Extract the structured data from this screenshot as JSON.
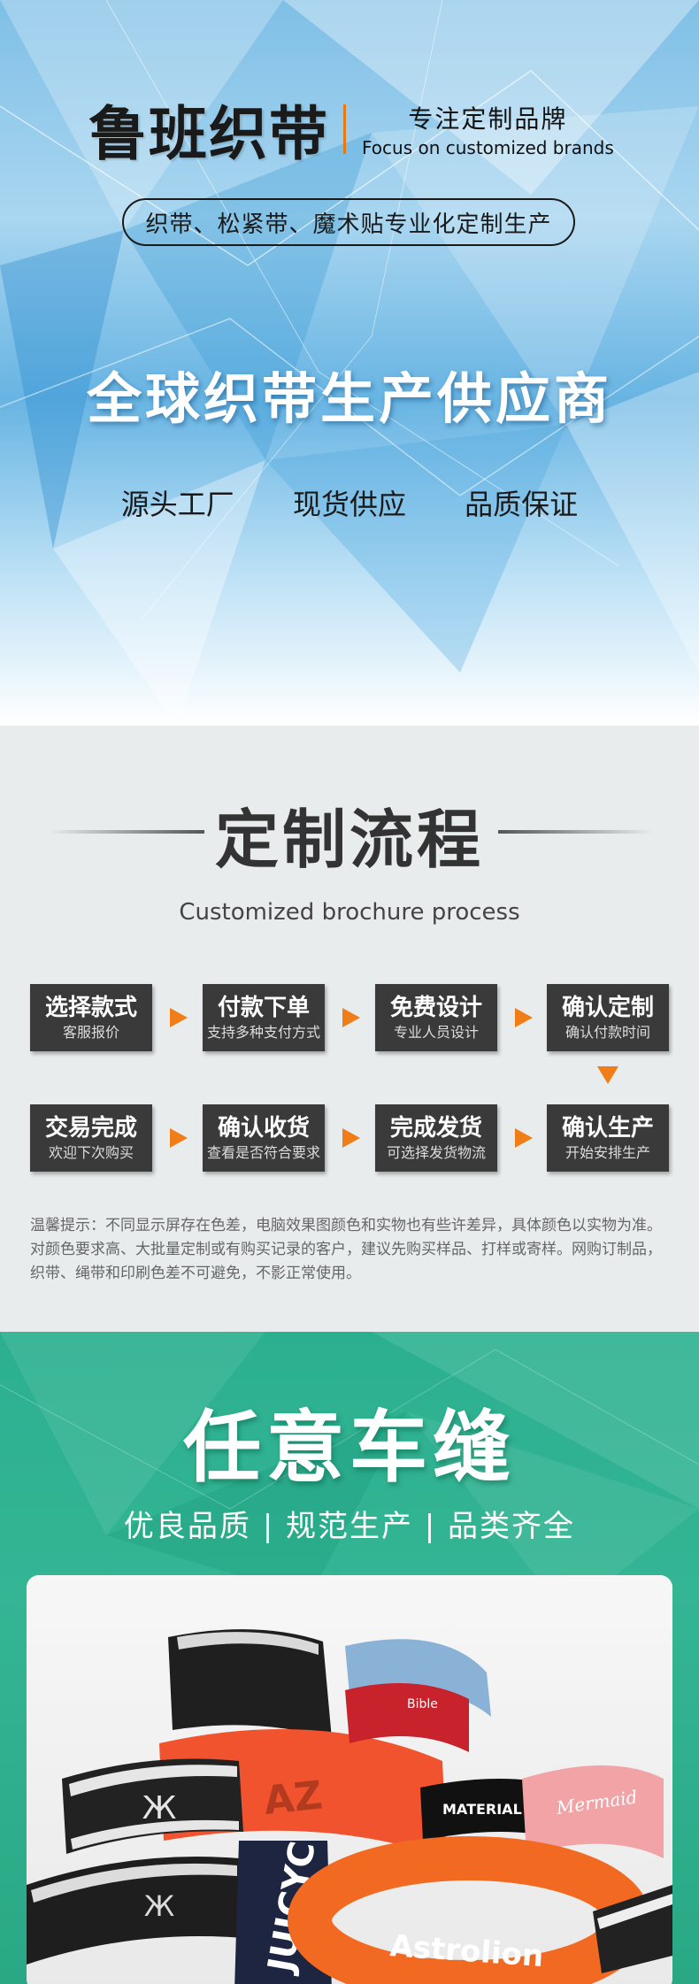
{
  "hero": {
    "brand_name": "鲁班织带",
    "slogan_cn": "专注定制品牌",
    "slogan_en": "Focus on customized brands",
    "pill_text": "织带、松紧带、魔术贴专业化定制生产",
    "title": "全球织带生产供应商",
    "features": [
      "源头工厂",
      "现货供应",
      "品质保证"
    ]
  },
  "process": {
    "title": "定制流程",
    "subtitle": "Customized brochure process",
    "steps": [
      {
        "main": "选择款式",
        "sub": "客服报价"
      },
      {
        "main": "付款下单",
        "sub": "支持多种支付方式"
      },
      {
        "main": "免费设计",
        "sub": "专业人员设计"
      },
      {
        "main": "确认定制",
        "sub": "确认付款时间"
      },
      {
        "main": "确认生产",
        "sub": "开始安排生产"
      },
      {
        "main": "完成发货",
        "sub": "可选择发货物流"
      },
      {
        "main": "确认收货",
        "sub": "查看是否符合要求"
      },
      {
        "main": "交易完成",
        "sub": "欢迎下次购买"
      }
    ],
    "notice": "温馨提示：不同显示屏存在色差，电脑效果图颜色和实物也有些许差异，具体颜色以实物为准。对颜色要求高、大批量定制或有购买记录的客户，建议先购买样品、打样或寄样。网购订制品，织带、绳带和印刷色差不可避免，不影正常使用。"
  },
  "green": {
    "title": "任意车缝",
    "subtitle": "优良品质 | 规范生产 | 品类齐全",
    "photo_texts": {
      "band_orange_a": "AZ",
      "band_navy": "JUICYC",
      "band_material": "MATERIAL WIDE",
      "band_orange_b": "Astrolion",
      "band_red": "Bible",
      "band_pink": "Mermaid"
    }
  },
  "colors": {
    "accent_orange": "#f07d17",
    "step_bg": "#3a3a3a",
    "green_bg": "#2bb08f",
    "process_bg": "#e8eced"
  }
}
